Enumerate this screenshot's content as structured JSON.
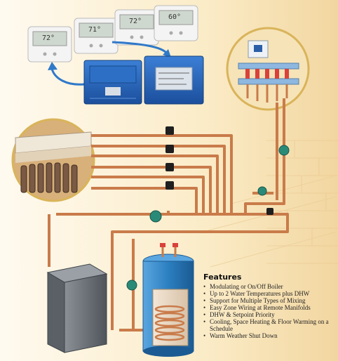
{
  "thermostats": [
    {
      "reading": "72°"
    },
    {
      "reading": "71°"
    },
    {
      "reading": "72°"
    },
    {
      "reading": "60°"
    }
  ],
  "features": {
    "title": "Features",
    "items": [
      "Modulating or On/Off Boiler",
      "Up to 2 Water Temperatures plus DHW",
      "Support for Multiple Types of Mixing",
      "Easy Zone Wiring at Remote Manifolds",
      "DHW & Setpoint Priority",
      "Cooling, Space Heating & Floor Warming on a Schedule",
      "Warm Weather Shut Down"
    ]
  },
  "colors": {
    "pipe": "#c97b4a",
    "pump": "#2a8a78",
    "control_box": "#1f5fb5",
    "boiler": "#6b7278",
    "tank": "#2c7fc0",
    "arrow": "#2f79c9",
    "background": "#fdf6e6"
  }
}
